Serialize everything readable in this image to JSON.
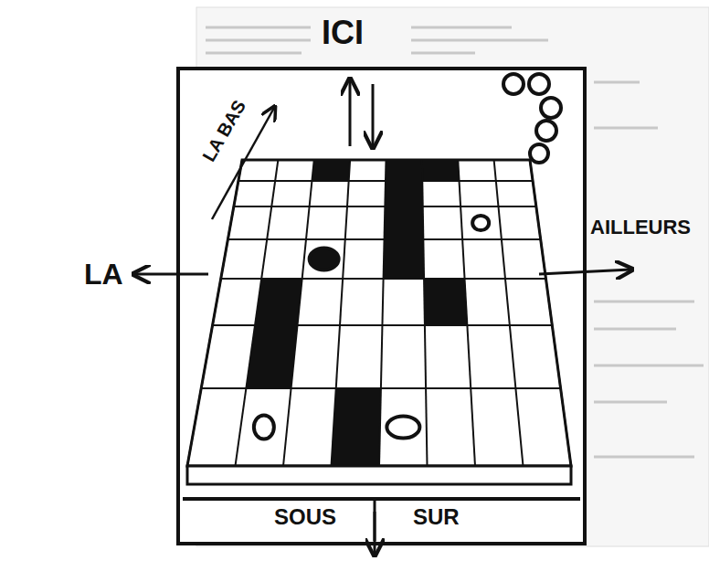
{
  "diagram": {
    "labels": [
      "ICI",
      "LA BAS",
      "AILLEURS",
      "LA",
      "SOUS",
      "SUR"
    ]
  }
}
